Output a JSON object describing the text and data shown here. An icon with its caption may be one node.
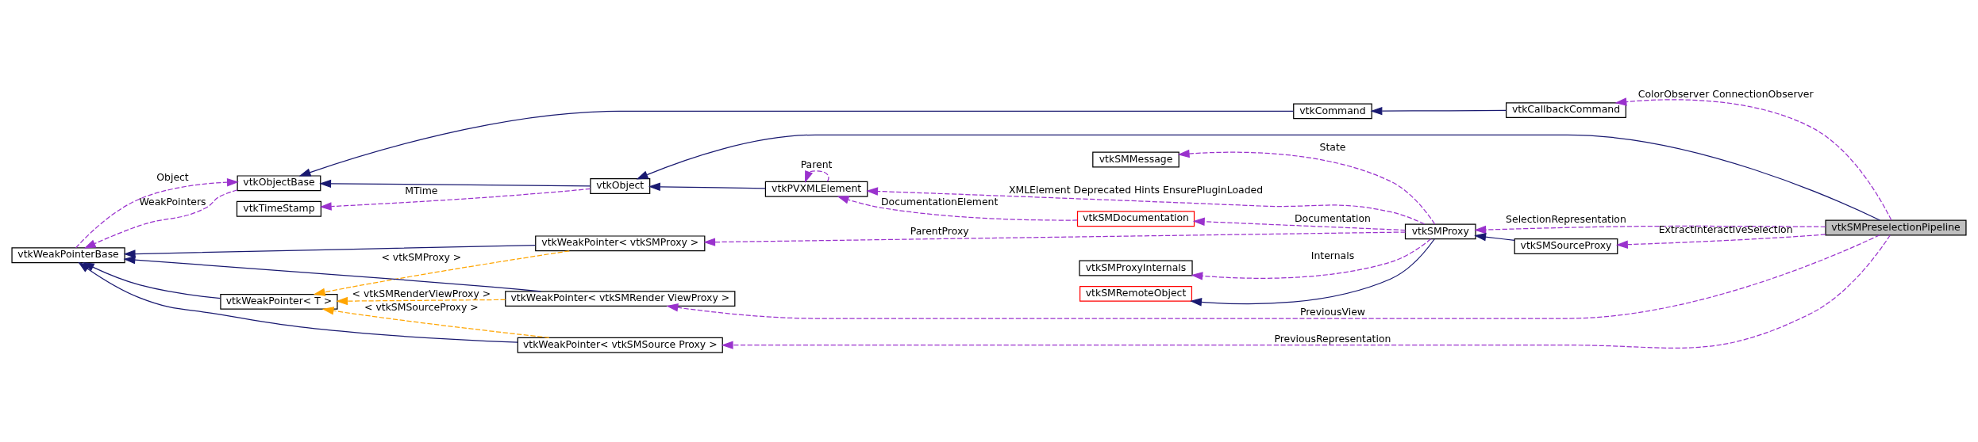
{
  "diagram": {
    "nodes": [
      {
        "text": [
          "vtkSMPreselectionPipeline"
        ]
      },
      {
        "text": [
          "vtkObject"
        ]
      },
      {
        "text": [
          "vtkSMProxyInternals"
        ]
      },
      {
        "text": [
          "vtkSMRemoteObject"
        ]
      },
      {
        "text": [
          "vtkSMMessage"
        ]
      },
      {
        "text": [
          "vtkTimeStamp"
        ]
      },
      {
        "text": [
          "vtkPVXMLElement"
        ]
      },
      {
        "text": [
          "vtkSMProxy"
        ]
      },
      {
        "text": [
          "vtkSMSourceProxy"
        ]
      },
      {
        "text": [
          "vtkObjectBase"
        ]
      },
      {
        "text": [
          "vtkSMDocumentation"
        ]
      },
      {
        "text": [
          "vtkCommand"
        ]
      },
      {
        "text": [
          "vtkCallbackCommand"
        ]
      },
      {
        "text": [
          "vtkWeakPointerBase"
        ]
      },
      {
        "text": [
          "vtkWeakPointer< vtkSMProxy >"
        ]
      },
      {
        "text": [
          "vtkWeakPointer< vtkSMRender ViewProxy >"
        ]
      },
      {
        "text": [
          "vtkWeakPointer< T >"
        ]
      },
      {
        "text": [
          "vtkWeakPointer< vtkSMSource Proxy >"
        ]
      }
    ],
    "edges": [
      {
        "from": 0,
        "to": 1,
        "arrow": "to",
        "color": "#191970"
      },
      {
        "from": 7,
        "to": 2,
        "arrow": "to",
        "style": "dashed",
        "label": "Internals"
      },
      {
        "from": 7,
        "to": 3,
        "arrow": "to",
        "color": "#191970"
      },
      {
        "from": 7,
        "to": 4,
        "arrow": "to",
        "style": "dashed",
        "label": "State"
      },
      {
        "from": 1,
        "to": 5,
        "arrow": "to",
        "style": "dashed",
        "label": "MTime"
      },
      {
        "from": 6,
        "to": 1,
        "arrow": "to",
        "color": "#191970"
      },
      {
        "from": 6,
        "to": 6,
        "arrow": "to",
        "style": "dashed",
        "label": "Parent"
      },
      {
        "from": 7,
        "to": 6,
        "arrow": "to",
        "style": "dashed",
        "label": "XMLElement Deprecated Hints EnsurePluginLoaded"
      },
      {
        "from": 10,
        "to": 6,
        "arrow": "to",
        "style": "dashed",
        "label": "DocumentationElement"
      },
      {
        "from": 8,
        "to": 7,
        "arrow": "to",
        "color": "#191970"
      },
      {
        "from": 0,
        "to": 8,
        "arrow": "to",
        "style": "dashed",
        "label": "ExtractInteractiveSelection"
      },
      {
        "from": 0,
        "to": 7,
        "arrow": "to",
        "style": "dashed",
        "label": "SelectionRepresentation"
      },
      {
        "from": 1,
        "to": 9,
        "arrow": "to",
        "color": "#191970"
      },
      {
        "from": 7,
        "to": 10,
        "arrow": "to",
        "style": "dashed",
        "label": "Documentation"
      },
      {
        "from": 11,
        "to": 9,
        "arrow": "to",
        "color": "#191970"
      },
      {
        "from": 12,
        "to": 11,
        "arrow": "to",
        "color": "#191970"
      },
      {
        "from": 0,
        "to": 12,
        "arrow": "to",
        "style": "dashed",
        "label": "ColorObserver ConnectionObserver"
      },
      {
        "from": 9,
        "to": 13,
        "arrow": "to",
        "style": "dashed",
        "label": "WeakPointers"
      },
      {
        "from": 13,
        "to": 9,
        "arrow": "to",
        "style": "dashed",
        "label": "Object"
      },
      {
        "from": 14,
        "to": 13,
        "arrow": "to",
        "color": "#191970"
      },
      {
        "from": 7,
        "to": 14,
        "arrow": "to",
        "style": "dashed",
        "label": "ParentProxy"
      },
      {
        "from": 15,
        "to": 13,
        "arrow": "to",
        "color": "#191970"
      },
      {
        "from": 0,
        "to": 15,
        "arrow": "to",
        "style": "dashed",
        "label": "PreviousView"
      },
      {
        "from": 16,
        "to": 13,
        "arrow": "to",
        "color": "#191970"
      },
      {
        "from": 14,
        "to": 16,
        "arrow": "to",
        "style": "dashed",
        "color": "#ffa500",
        "label": "< vtkSMProxy >"
      },
      {
        "from": 15,
        "to": 16,
        "arrow": "to",
        "style": "dashed",
        "color": "#ffa500",
        "label": "< vtkSMRenderViewProxy >"
      },
      {
        "from": 17,
        "to": 16,
        "arrow": "to",
        "style": "dashed",
        "color": "#ffa500",
        "label": "< vtkSMSourceProxy >"
      },
      {
        "from": 17,
        "to": 13,
        "arrow": "to",
        "color": "#191970"
      },
      {
        "from": 0,
        "to": 17,
        "arrow": "to",
        "style": "dashed",
        "label": "PreviousRepresentation"
      }
    ]
  }
}
